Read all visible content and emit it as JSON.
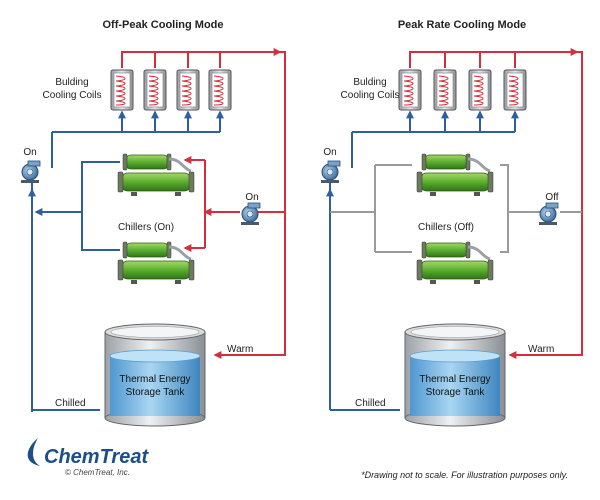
{
  "diagrams": [
    {
      "title": "Off-Peak Cooling Mode",
      "coils_label_line1": "Bulding",
      "coils_label_line2": "Cooling Coils",
      "pump_main_label": "On",
      "pump_return_label": "On",
      "chillers_label": "Chillers (On)",
      "chillers_active": true,
      "warm_label": "Warm",
      "chilled_label": "Chilled",
      "tank_label_line1": "Thermal Energy",
      "tank_label_line2": "Storage Tank"
    },
    {
      "title": "Peak Rate Cooling Mode",
      "coils_label_line1": "Bulding",
      "coils_label_line2": "Cooling Coils",
      "pump_main_label": "On",
      "pump_return_label": "Off",
      "chillers_label": "Chillers (Off)",
      "chillers_active": false,
      "warm_label": "Warm",
      "chilled_label": "Chilled",
      "tank_label_line1": "Thermal Energy",
      "tank_label_line2": "Storage Tank"
    }
  ],
  "footer": {
    "brand": "ChemTreat",
    "copyright": "© ChemTreat, Inc.",
    "disclaimer": "*Drawing not to scale. For illustration purposes only."
  },
  "colors": {
    "warm": "#d32f3c",
    "chilled": "#2e5f9e",
    "inactive": "#9a9a9a",
    "chiller_green": "#5aae2e",
    "tank_water": "#6fb2e0"
  }
}
